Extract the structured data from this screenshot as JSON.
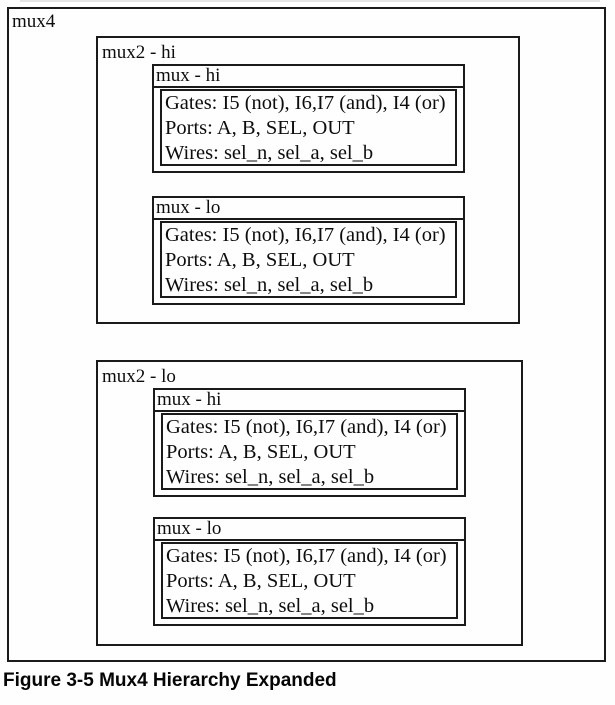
{
  "colors": {
    "ink": "#1a1a1a",
    "paper": "#fefefe"
  },
  "diagram": {
    "root_label": "mux4",
    "groups": [
      {
        "label": "mux2 - hi",
        "modules": [
          {
            "label": "mux - hi",
            "gates": "Gates: I5 (not), I6,I7 (and), I4 (or)",
            "ports": "Ports: A, B, SEL, OUT",
            "wires": "Wires: sel_n, sel_a, sel_b"
          },
          {
            "label": "mux - lo",
            "gates": "Gates: I5 (not), I6,I7 (and), I4 (or)",
            "ports": "Ports: A, B, SEL, OUT",
            "wires": "Wires: sel_n, sel_a, sel_b"
          }
        ]
      },
      {
        "label": "mux2 - lo",
        "modules": [
          {
            "label": "mux - hi",
            "gates": "Gates: I5 (not), I6,I7 (and), I4 (or)",
            "ports": "Ports: A, B, SEL, OUT",
            "wires": "Wires: sel_n, sel_a, sel_b"
          },
          {
            "label": "mux - lo",
            "gates": "Gates: I5 (not), I6,I7 (and), I4 (or)",
            "ports": "Ports: A, B, SEL, OUT",
            "wires": "Wires: sel_n, sel_a, sel_b"
          }
        ]
      }
    ]
  },
  "caption": "Figure 3-5 Mux4 Hierarchy Expanded"
}
